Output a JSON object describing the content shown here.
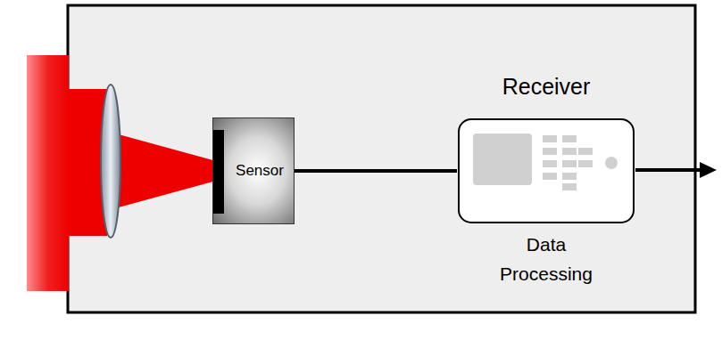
{
  "diagram": {
    "nodes": [
      {
        "text": [
          "Sensor"
        ]
      },
      {
        "text": [
          "Receiver",
          "Data Processing"
        ]
      }
    ],
    "edges": [
      {
        "from": 0,
        "to": 1,
        "arrow": "none"
      }
    ]
  }
}
